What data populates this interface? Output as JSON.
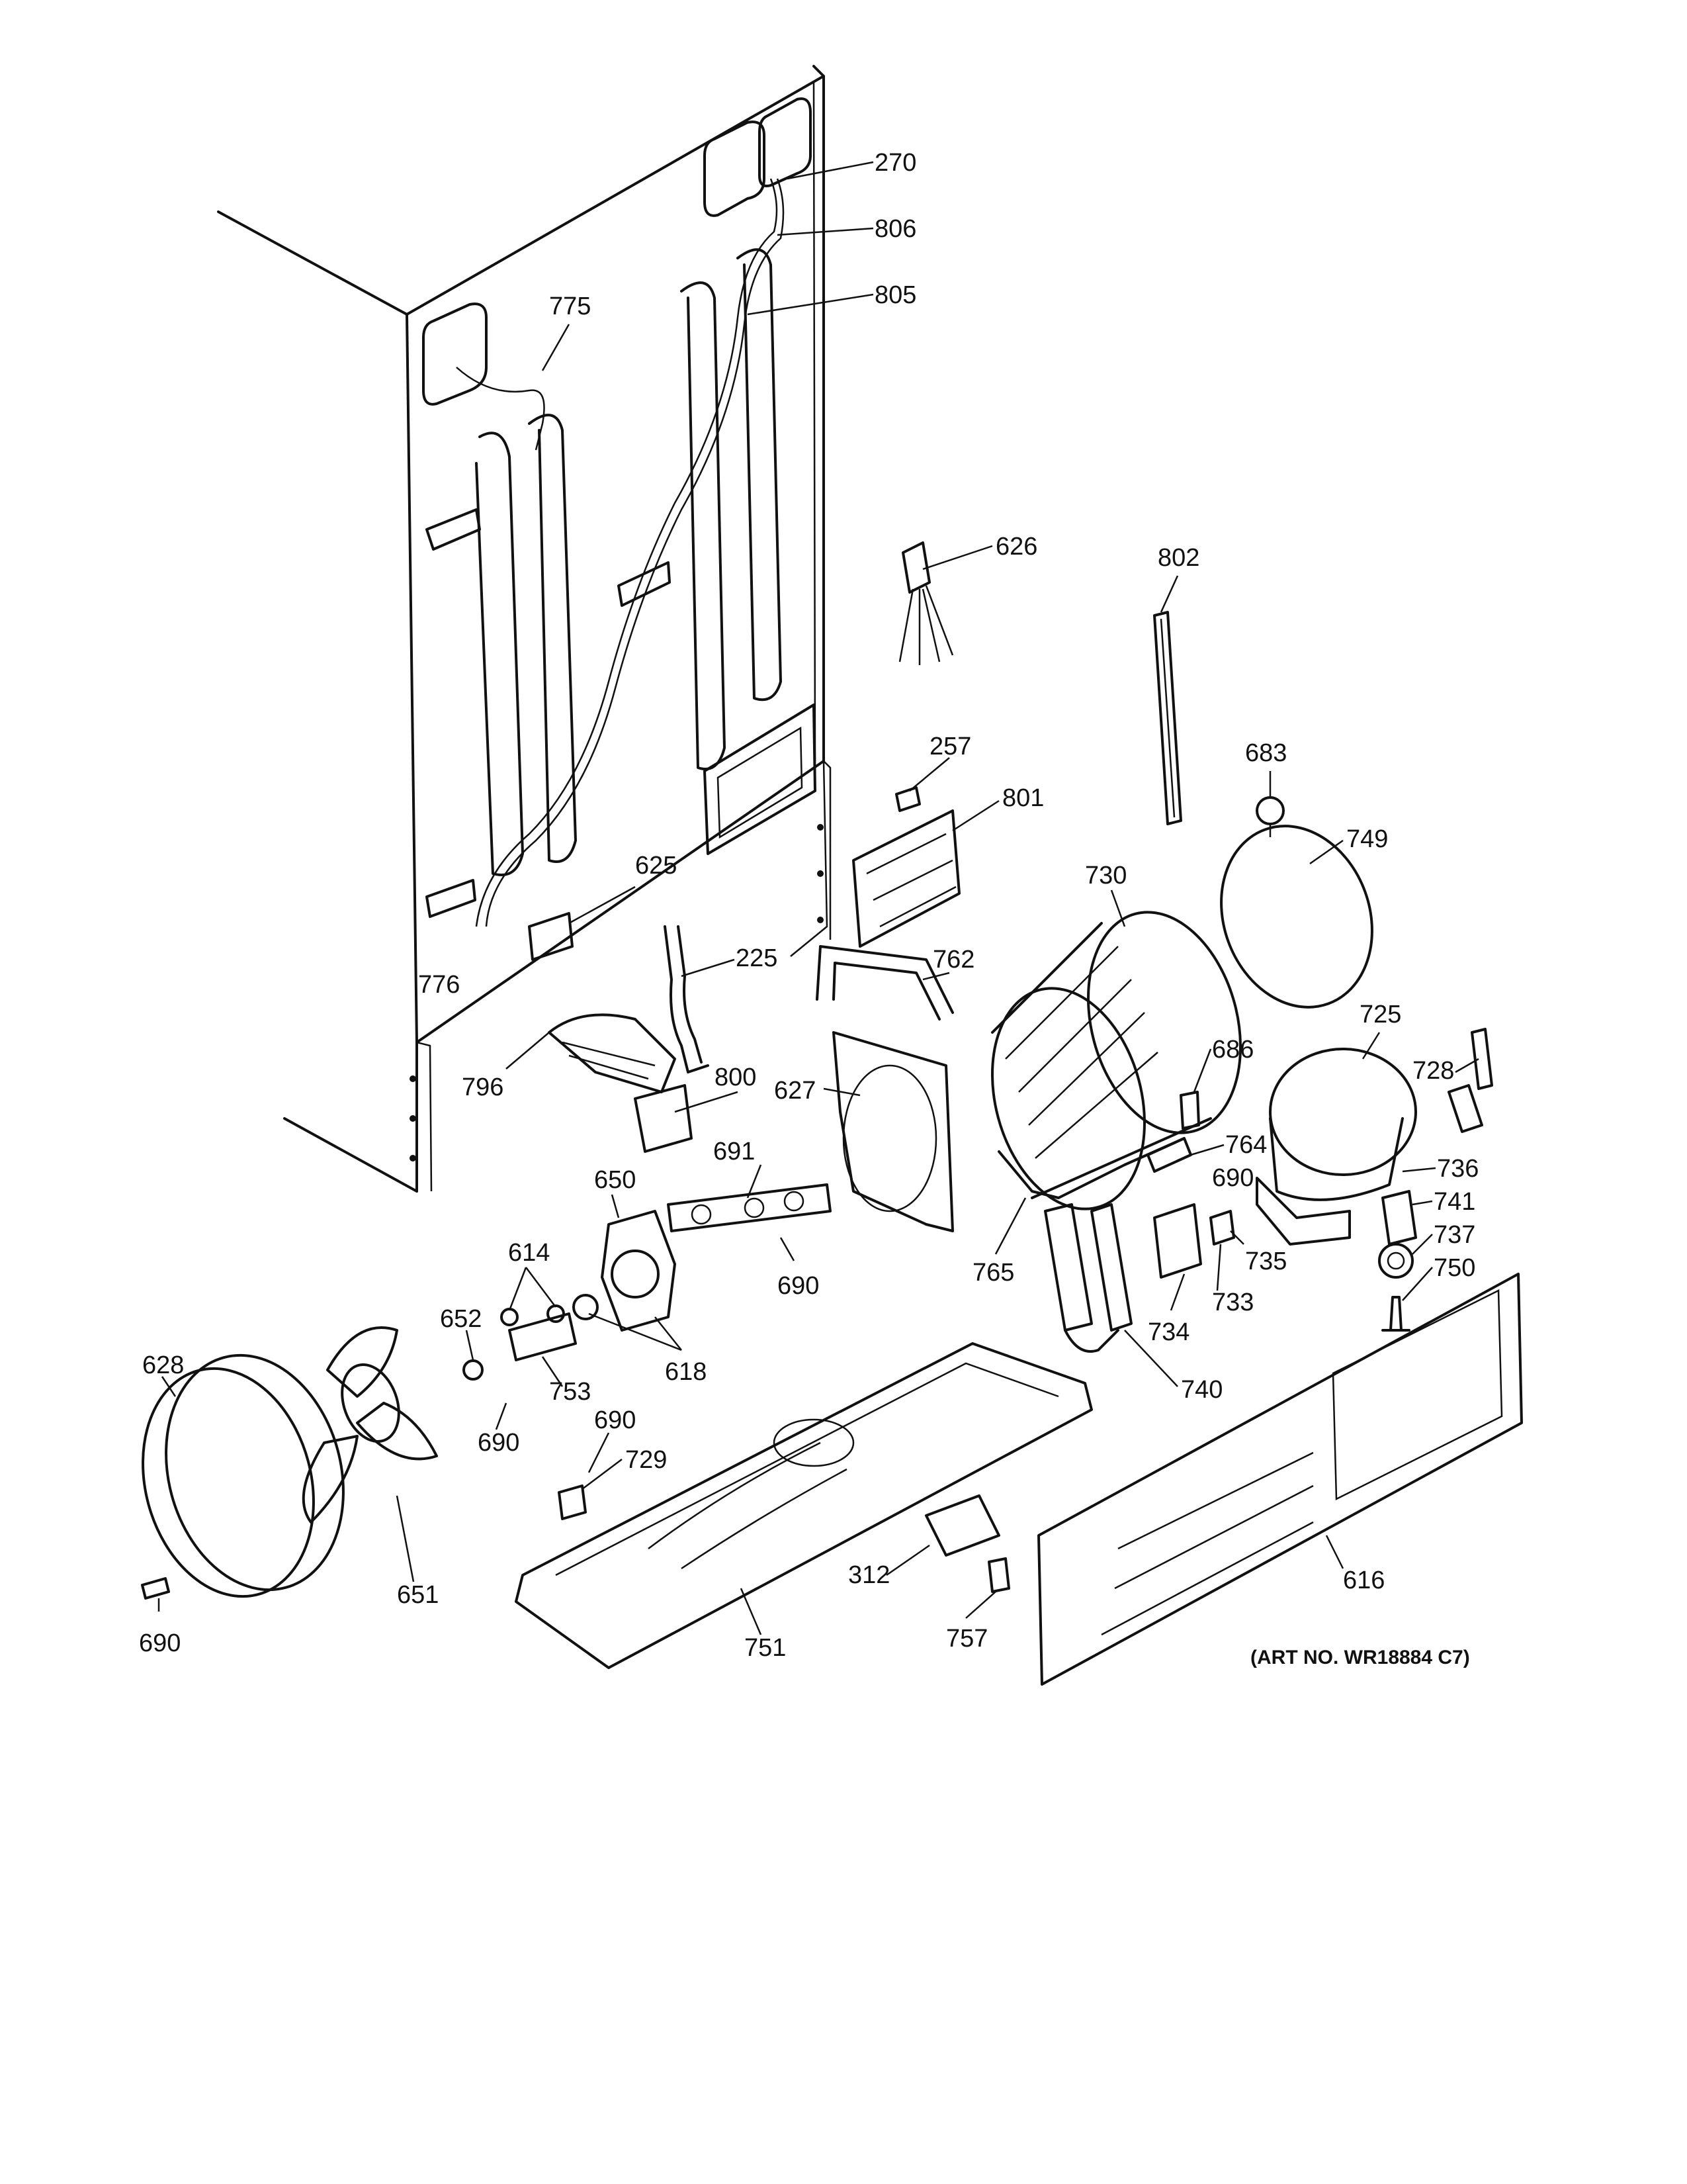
{
  "art_number": "(ART NO. WR18884 C7)",
  "callouts": [
    {
      "id": "c270",
      "label": "270"
    },
    {
      "id": "c806",
      "label": "806"
    },
    {
      "id": "c805",
      "label": "805"
    },
    {
      "id": "c775",
      "label": "775"
    },
    {
      "id": "c626",
      "label": "626"
    },
    {
      "id": "c802",
      "label": "802"
    },
    {
      "id": "c257",
      "label": "257"
    },
    {
      "id": "c801",
      "label": "801"
    },
    {
      "id": "c683",
      "label": "683"
    },
    {
      "id": "c749",
      "label": "749"
    },
    {
      "id": "c730",
      "label": "730"
    },
    {
      "id": "c625",
      "label": "625"
    },
    {
      "id": "c225",
      "label": "225"
    },
    {
      "id": "c762",
      "label": "762"
    },
    {
      "id": "c776",
      "label": "776"
    },
    {
      "id": "c725",
      "label": "725"
    },
    {
      "id": "c800",
      "label": "800"
    },
    {
      "id": "c728",
      "label": "728"
    },
    {
      "id": "c686",
      "label": "686"
    },
    {
      "id": "c627",
      "label": "627"
    },
    {
      "id": "c796",
      "label": "796"
    },
    {
      "id": "c764",
      "label": "764"
    },
    {
      "id": "c690a",
      "label": "690"
    },
    {
      "id": "c736",
      "label": "736"
    },
    {
      "id": "c691",
      "label": "691"
    },
    {
      "id": "c650",
      "label": "650"
    },
    {
      "id": "c741",
      "label": "741"
    },
    {
      "id": "c737",
      "label": "737"
    },
    {
      "id": "c735",
      "label": "735"
    },
    {
      "id": "c750",
      "label": "750"
    },
    {
      "id": "c765",
      "label": "765"
    },
    {
      "id": "c614",
      "label": "614"
    },
    {
      "id": "c690b",
      "label": "690"
    },
    {
      "id": "c733",
      "label": "733"
    },
    {
      "id": "c652",
      "label": "652"
    },
    {
      "id": "c734",
      "label": "734"
    },
    {
      "id": "c628",
      "label": "628"
    },
    {
      "id": "c618",
      "label": "618"
    },
    {
      "id": "c753",
      "label": "753"
    },
    {
      "id": "c740",
      "label": "740"
    },
    {
      "id": "c690c",
      "label": "690"
    },
    {
      "id": "c690d",
      "label": "690"
    },
    {
      "id": "c729",
      "label": "729"
    },
    {
      "id": "c312",
      "label": "312"
    },
    {
      "id": "c616",
      "label": "616"
    },
    {
      "id": "c651",
      "label": "651"
    },
    {
      "id": "c751",
      "label": "751"
    },
    {
      "id": "c757",
      "label": "757"
    },
    {
      "id": "c690e",
      "label": "690"
    }
  ]
}
